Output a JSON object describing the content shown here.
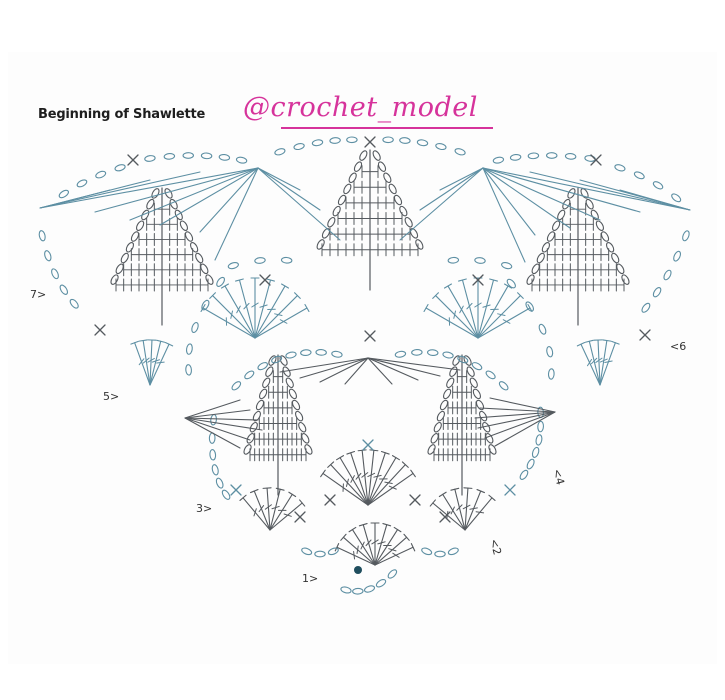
{
  "diagram": {
    "title": "Beginning of Shawlette",
    "watermark": "@crochet_model",
    "colors": {
      "background": "#ffffff",
      "stitch_gray": "#555a5f",
      "stitch_teal": "#5d8fa3",
      "watermark_pink": "#d6339b",
      "start_dot": "#1f4e5e"
    },
    "row_labels": [
      {
        "text": "1>",
        "row": 1
      },
      {
        "text": "<2",
        "row": 2
      },
      {
        "text": "3>",
        "row": 3
      },
      {
        "text": "<4",
        "row": 4
      },
      {
        "text": "5>",
        "row": 5
      },
      {
        "text": "<6",
        "row": 6
      },
      {
        "text": "7>",
        "row": 7
      }
    ]
  }
}
